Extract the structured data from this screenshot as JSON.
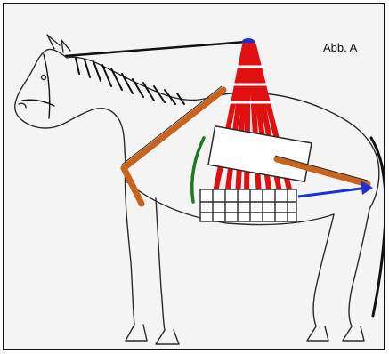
{
  "figure": {
    "caption": "Abb. A"
  },
  "colors": {
    "outline": "#2b2b2b",
    "frame": "#111111",
    "background": "#f4f4f4",
    "rein_line": "#111111",
    "top_ring": "#1f2fd6",
    "red_cords": "#e01010",
    "orange_straps": "#c8641e",
    "green_strap": "#1f7a1f",
    "blue_line": "#1f2fd6",
    "white_panel": "#ffffff"
  },
  "icons": {
    "horse": "horse-outline-illustration",
    "harness": "pack-harness-overlay"
  }
}
